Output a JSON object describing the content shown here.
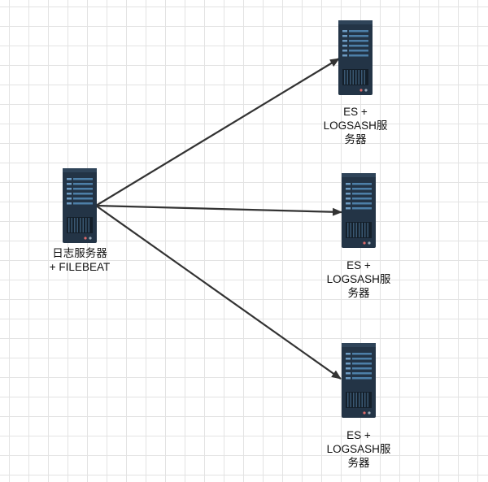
{
  "diagram": {
    "source": {
      "name": "日志服务器 + FILEBEAT",
      "label_lines": [
        "日志服务器",
        "+ FILEBEAT"
      ]
    },
    "targets": [
      {
        "name": "ES + LOGSASH服务器",
        "label_lines": [
          "ES +",
          "LOGSASH服",
          "务器"
        ]
      },
      {
        "name": "ES + LOGSASH服务器",
        "label_lines": [
          "ES +",
          "LOGSASH服",
          "务器"
        ]
      },
      {
        "name": "ES + LOGSASH服务器",
        "label_lines": [
          "ES +",
          "LOGSASH服",
          "务器"
        ]
      }
    ],
    "edges": [
      {
        "from": "source",
        "to": "target-1"
      },
      {
        "from": "source",
        "to": "target-2"
      },
      {
        "from": "source",
        "to": "target-3"
      }
    ]
  },
  "colors": {
    "server_body": "#233446",
    "server_slot": "#4d7fa8",
    "server_vent": "#141f2a",
    "arrow": "#333333"
  }
}
